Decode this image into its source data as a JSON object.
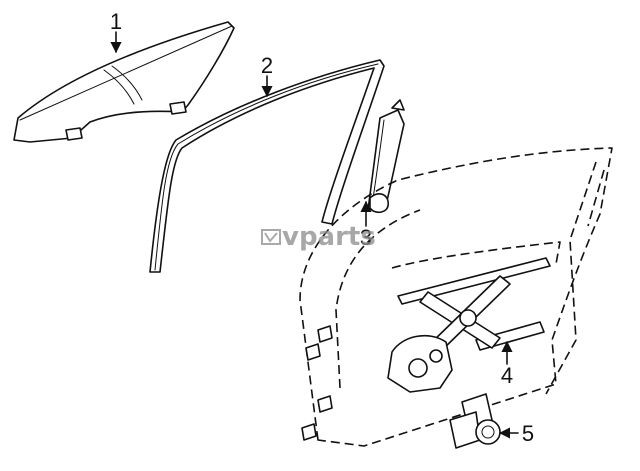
{
  "diagram": {
    "callouts": [
      {
        "id": "1",
        "label": "1"
      },
      {
        "id": "2",
        "label": "2"
      },
      {
        "id": "3",
        "label": "3"
      },
      {
        "id": "4",
        "label": "4"
      },
      {
        "id": "5",
        "label": "5"
      }
    ],
    "watermark": {
      "text": "vparts"
    }
  }
}
